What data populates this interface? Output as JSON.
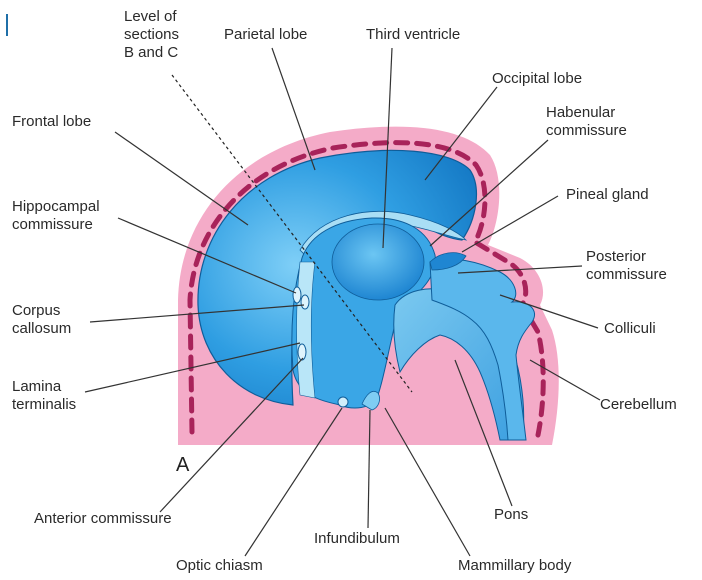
{
  "figure": {
    "panel_label": "A",
    "labels": {
      "level_of_sections": [
        "Level of",
        "sections",
        "B and C"
      ],
      "parietal_lobe": "Parietal lobe",
      "third_ventricle": "Third ventricle",
      "occipital_lobe": "Occipital lobe",
      "frontal_lobe": "Frontal lobe",
      "habenular_commissure": [
        "Habenular",
        "commissure"
      ],
      "pineal_gland": "Pineal gland",
      "hippocampal_commissure": [
        "Hippocampal",
        "commissure"
      ],
      "posterior_commissure": [
        "Posterior",
        "commissure"
      ],
      "corpus_callosum": [
        "Corpus",
        "callosum"
      ],
      "colliculi": "Colliculi",
      "lamina_terminalis": [
        "Lamina",
        "terminalis"
      ],
      "cerebellum": "Cerebellum",
      "anterior_commissure": "Anterior commissure",
      "pons": "Pons",
      "infundibulum": "Infundibulum",
      "optic_chiasm": "Optic chiasm",
      "mammillary_body": "Mammillary body"
    }
  },
  "colors": {
    "meninges_pink": "#f3a9c6",
    "meninges_dash": "#a8235a",
    "hemisphere_blue": "#1e93dc",
    "ventricle_light_blue": "#8fd3f2",
    "diencephalon_blue": "#3aa6e6",
    "leader_line": "#333333"
  }
}
